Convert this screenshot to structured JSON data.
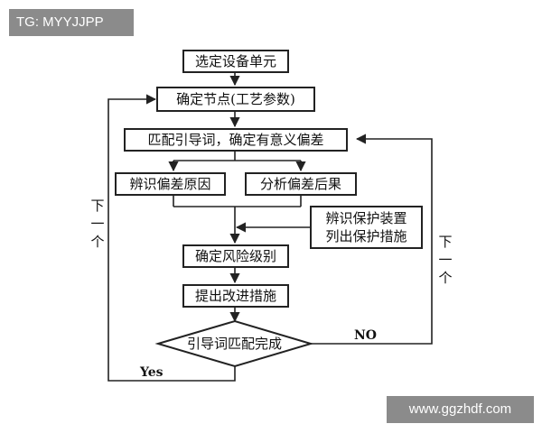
{
  "watermark": {
    "top_left": "TG: MYYJJPP",
    "bottom_right": "www.ggzhdf.com"
  },
  "flowchart": {
    "select_unit": "选定设备单元",
    "determine_node": "确定节点(工艺参数)",
    "match_guideword": "匹配引导词，确定有意义偏差",
    "identify_cause": "辨识偏差原因",
    "analyze_consequence": "分析偏差后果",
    "protection_line1": "辨识保护装置",
    "protection_line2": "列出保护措施",
    "determine_risk": "确定风险级别",
    "propose_measures": "提出改进措施",
    "decision": "引导词匹配完成",
    "no_label": "NO",
    "yes_label": "Yes",
    "loop_left": [
      "下",
      "一",
      "个"
    ],
    "loop_right": [
      "下",
      "一",
      "个"
    ]
  }
}
